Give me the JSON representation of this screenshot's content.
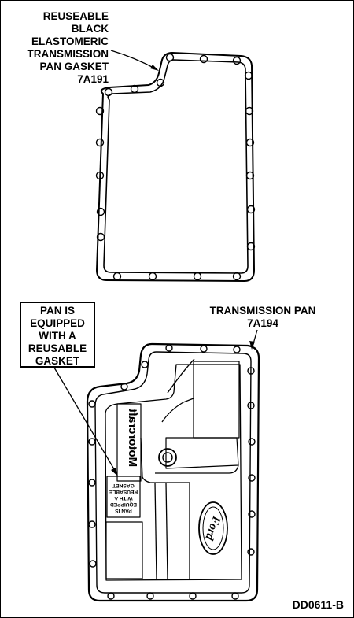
{
  "gasket_label": {
    "lines": [
      "REUSEABLE",
      "BLACK",
      "ELASTOMERIC",
      "TRANSMISSION",
      "PAN GASKET",
      "7A191"
    ]
  },
  "callout": {
    "lines": [
      "PAN IS",
      "EQUIPPED",
      "WITH A",
      "REUSABLE",
      "GASKET"
    ]
  },
  "pan_label": {
    "lines": [
      "TRANSMISSION PAN",
      "7A194"
    ]
  },
  "pan_markings": {
    "embossed_brand": "Motorcraft",
    "stamp_lines": [
      "PAN IS",
      "EQUIPPED",
      "WITH A",
      "REUSABLE",
      "GASKET"
    ],
    "oval_logo": "Ford"
  },
  "figure_id": "DD0611-B"
}
